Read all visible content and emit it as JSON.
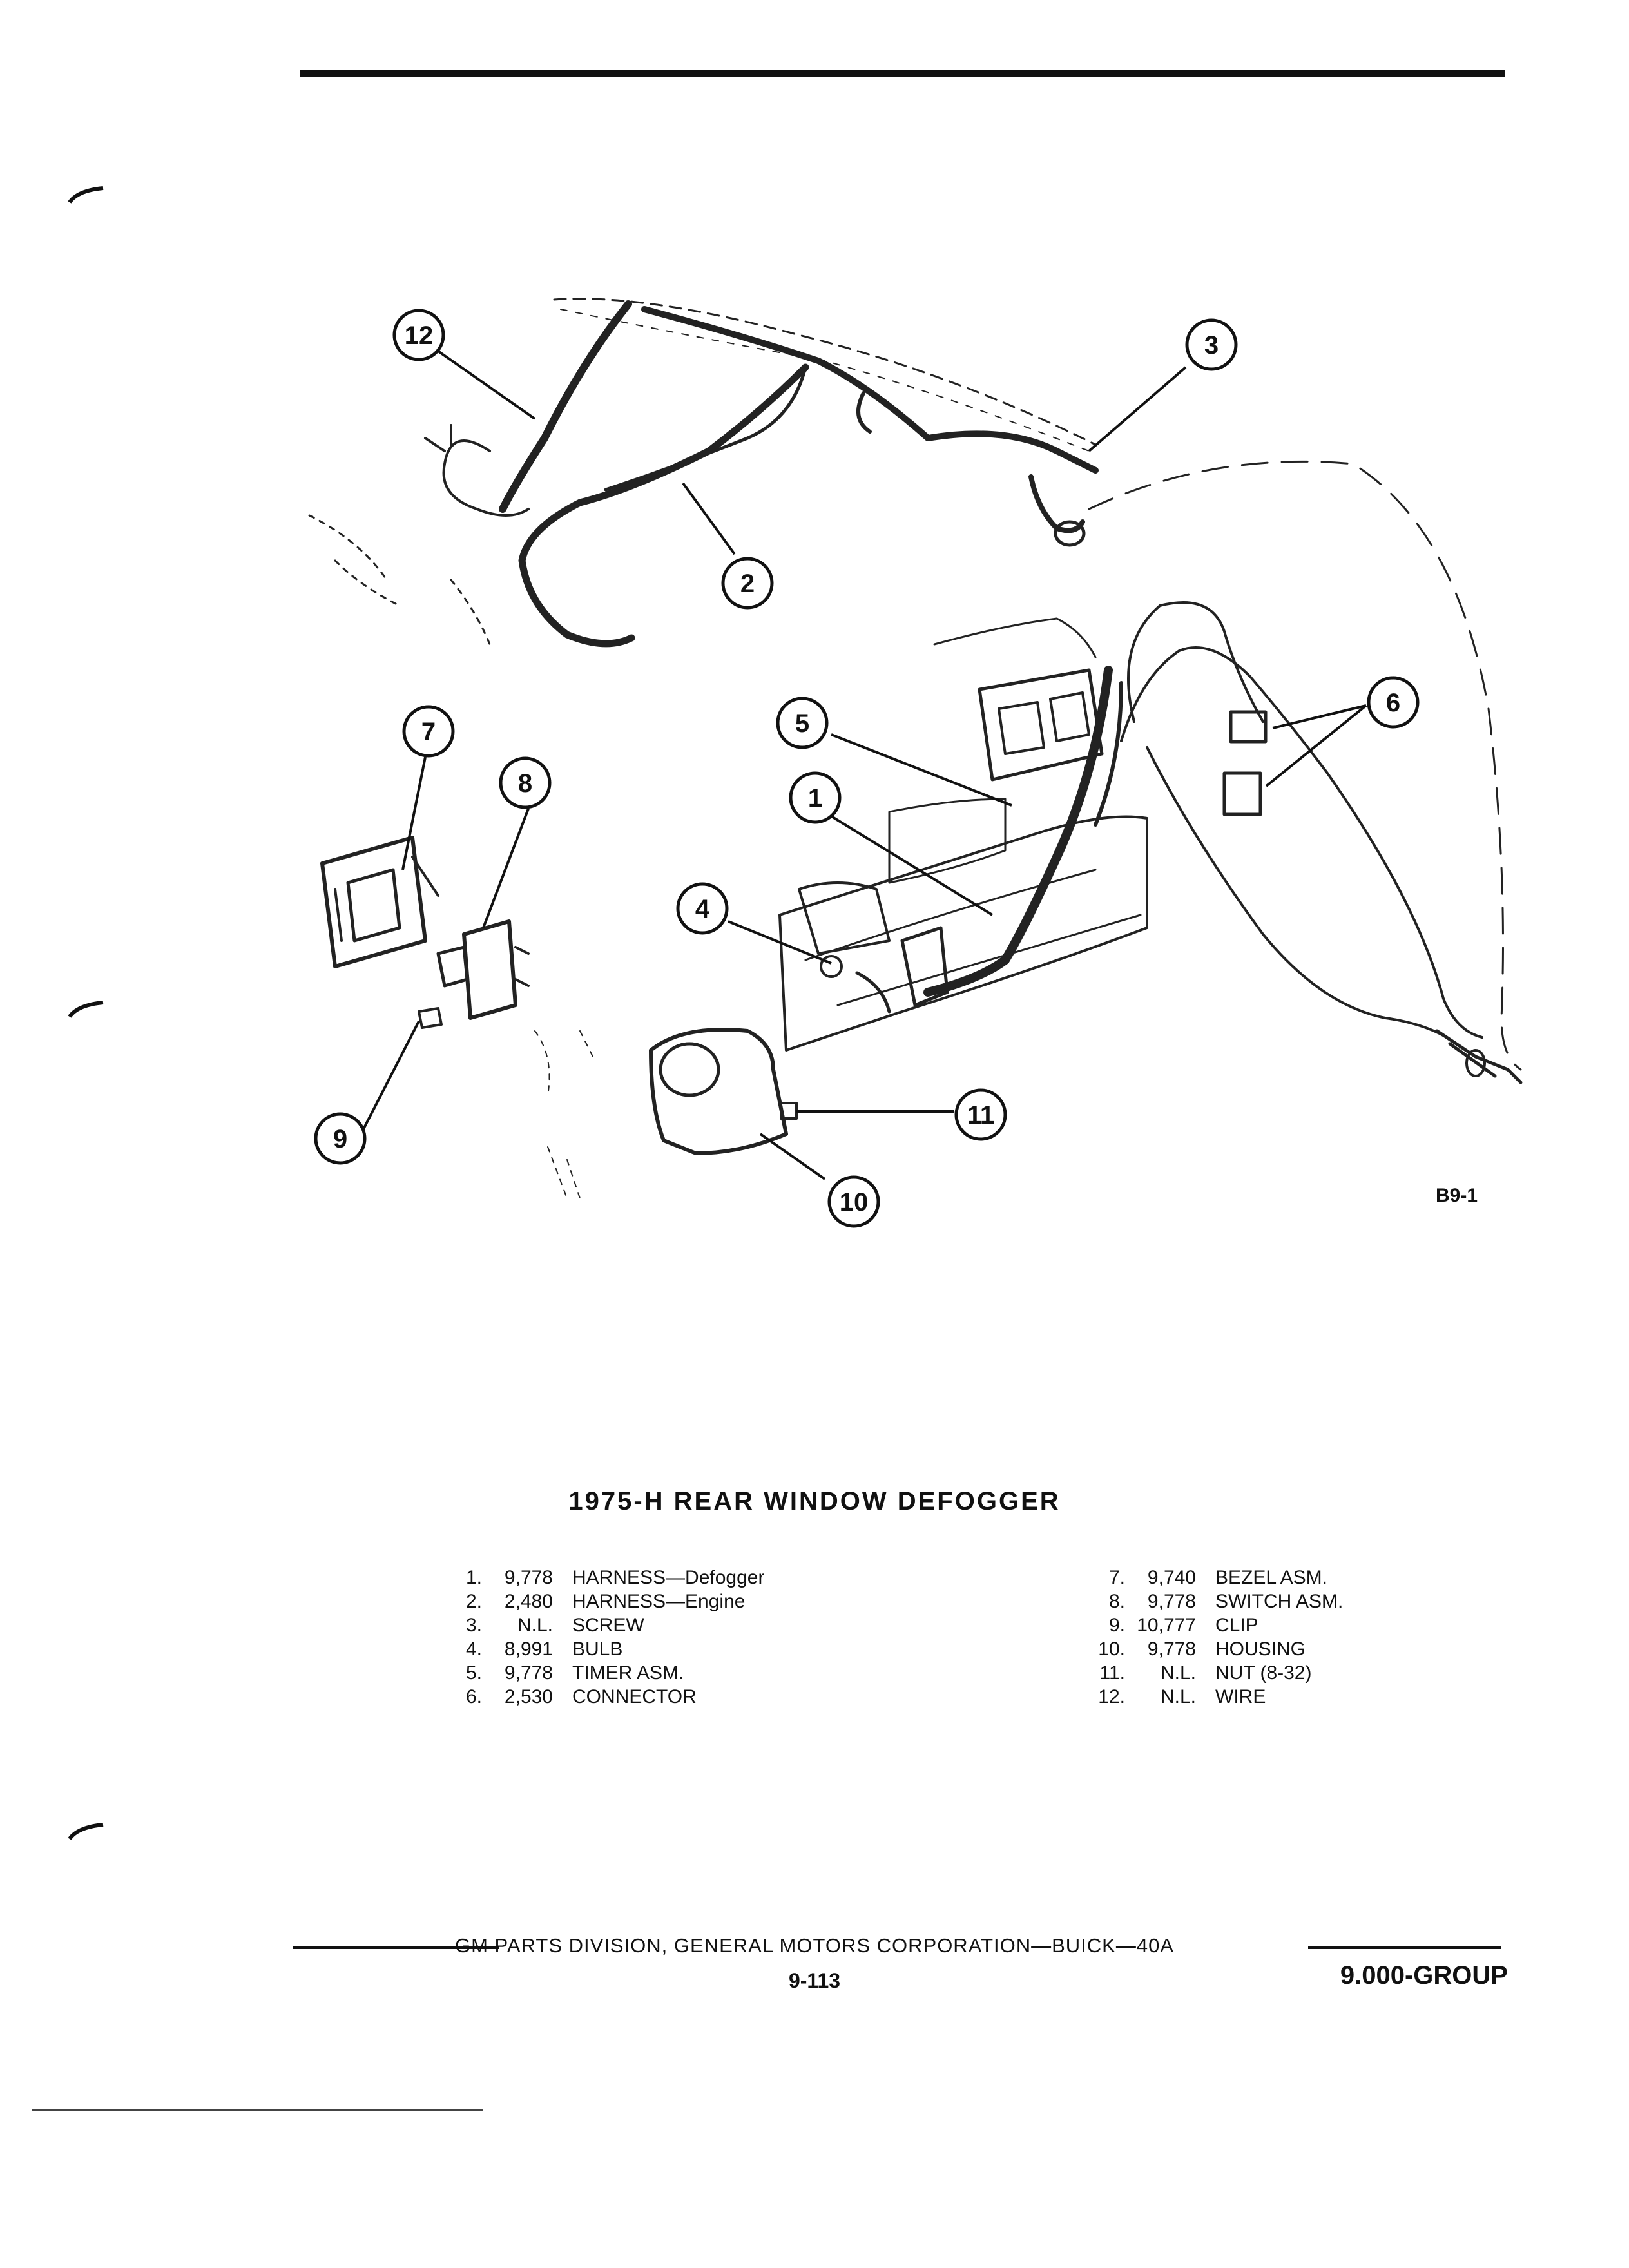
{
  "figure": {
    "callouts": [
      "1",
      "2",
      "3",
      "4",
      "5",
      "6",
      "7",
      "8",
      "9",
      "10",
      "11",
      "12"
    ],
    "ref": "B9-1"
  },
  "title": "1975-H REAR WINDOW DEFOGGER",
  "parts_left": [
    {
      "n": "1.",
      "part": "9,778",
      "desc": "HARNESS—Defogger"
    },
    {
      "n": "2.",
      "part": "2,480",
      "desc": "HARNESS—Engine"
    },
    {
      "n": "3.",
      "part": "N.L.",
      "desc": "SCREW"
    },
    {
      "n": "4.",
      "part": "8,991",
      "desc": "BULB"
    },
    {
      "n": "5.",
      "part": "9,778",
      "desc": "TIMER ASM."
    },
    {
      "n": "6.",
      "part": "2,530",
      "desc": "CONNECTOR"
    }
  ],
  "parts_right": [
    {
      "n": "7.",
      "part": "9,740",
      "desc": "BEZEL ASM."
    },
    {
      "n": "8.",
      "part": "9,778",
      "desc": "SWITCH ASM."
    },
    {
      "n": "9.",
      "part": "10,777",
      "desc": "CLIP"
    },
    {
      "n": "10.",
      "part": "9,778",
      "desc": "HOUSING"
    },
    {
      "n": "11.",
      "part": "N.L.",
      "desc": "NUT (8-32)"
    },
    {
      "n": "12.",
      "part": "N.L.",
      "desc": "WIRE"
    }
  ],
  "footer": {
    "division": "GM PARTS DIVISION, GENERAL MOTORS CORPORATION—BUICK—40A",
    "page": "9-113",
    "group": "9.000-GROUP"
  }
}
